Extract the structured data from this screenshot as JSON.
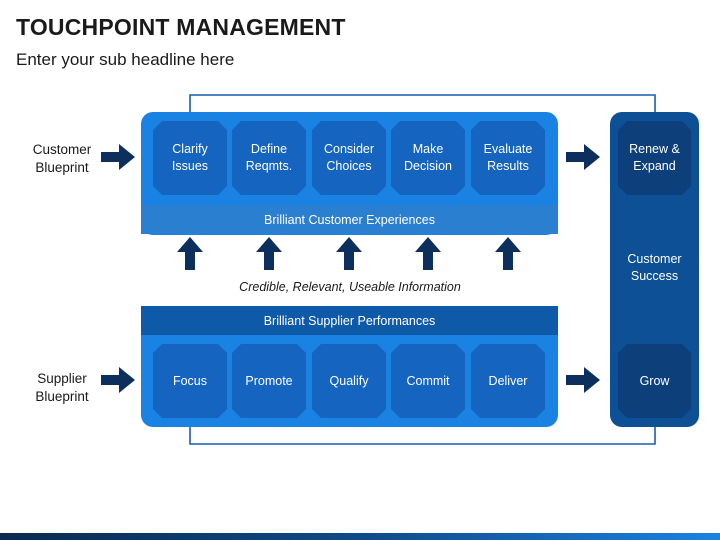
{
  "header": {
    "title": "TOUCHPOINT MANAGEMENT",
    "subtitle": "Enter your sub headline here"
  },
  "labels": {
    "customer_blueprint": "Customer\nBlueprint",
    "supplier_blueprint": "Supplier\nBlueprint"
  },
  "customer_steps": [
    {
      "label": "Clarify\nIssues"
    },
    {
      "label": "Define\nReqmts."
    },
    {
      "label": "Consider\nChoices"
    },
    {
      "label": "Make\nDecision"
    },
    {
      "label": "Evaluate\nResults"
    }
  ],
  "supplier_steps": [
    {
      "label": "Focus"
    },
    {
      "label": "Promote"
    },
    {
      "label": "Qualify"
    },
    {
      "label": "Commit"
    },
    {
      "label": "Deliver"
    }
  ],
  "bands": {
    "customer": "Brilliant Customer Experiences",
    "supplier": "Brilliant Supplier Performances"
  },
  "caption": "Credible, Relevant, Useable Information",
  "success_column": {
    "top": "Renew &\nExpand",
    "middle": "Customer\nSuccess",
    "bottom": "Grow"
  },
  "colors": {
    "panel": "#1a82e2",
    "tile": "#1565c0",
    "tile_dark": "#0d3f7a",
    "column": "#0d5095",
    "arrow": "#0d2f5e"
  }
}
